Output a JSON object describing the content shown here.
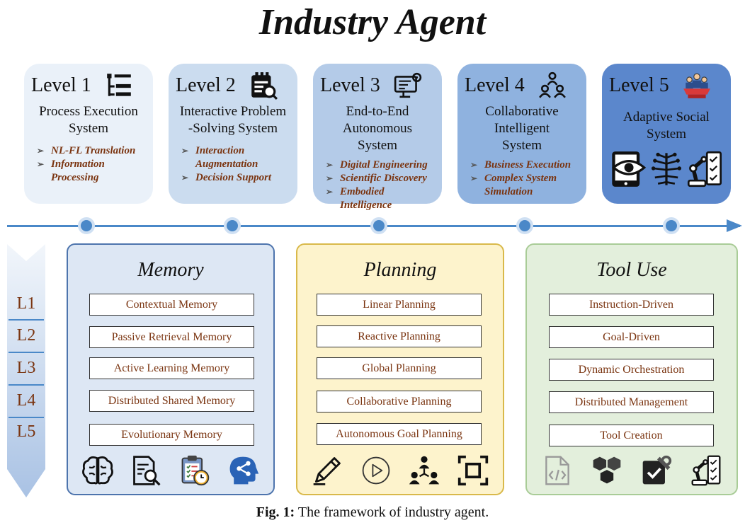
{
  "title": "Industry Agent",
  "levels": [
    {
      "label": "Level 1",
      "name": [
        "Process Execution",
        "System"
      ],
      "items": [
        "NL-FL Translation",
        "Information Processing"
      ]
    },
    {
      "label": "Level 2",
      "name": [
        "Interactive Problem",
        "-Solving System"
      ],
      "items": [
        "Interaction Augmentation",
        "Decision Support"
      ]
    },
    {
      "label": "Level 3",
      "name": [
        "End-to-End",
        "Autonomous",
        "System"
      ],
      "items": [
        "Digital Engineering",
        "Scientific Discovery",
        "Embodied Intelligence"
      ]
    },
    {
      "label": "Level 4",
      "name": [
        "Collaborative",
        "Intelligent",
        "System"
      ],
      "items": [
        "Business Execution",
        "Complex System Simulation"
      ]
    },
    {
      "label": "Level 5",
      "name": [
        "Adaptive Social",
        "System"
      ],
      "items": []
    }
  ],
  "side_levels": [
    "L1",
    "L2",
    "L3",
    "L4",
    "L5"
  ],
  "capabilities": [
    {
      "title": "Memory",
      "items": [
        "Contextual Memory",
        "Passive Retrieval Memory",
        "Active Learning Memory",
        "Distributed Shared Memory",
        "Evolutionary Memory"
      ]
    },
    {
      "title": "Planning",
      "items": [
        "Linear Planning",
        "Reactive Planning",
        "Global Planning",
        "Collaborative Planning",
        "Autonomous Goal Planning"
      ]
    },
    {
      "title": "Tool Use",
      "items": [
        "Instruction-Driven",
        "Goal-Driven",
        "Dynamic Orchestration",
        "Distributed Management",
        "Tool Creation"
      ]
    }
  ],
  "caption": {
    "label": "Fig. 1:",
    "text": " The framework of industry agent."
  },
  "colors": {
    "level_bg": [
      "#eaf1f9",
      "#cbdcef",
      "#b4cbe8",
      "#8fb2df",
      "#5b87cc"
    ],
    "timeline": "#4a88c8",
    "item_text": "#7a3410",
    "memory_bg": "#dde7f4",
    "memory_border": "#4d74ad",
    "planning_bg": "#fdf3cc",
    "planning_border": "#d9b94a",
    "tooluse_bg": "#e3efdc",
    "tooluse_border": "#a9cc97"
  },
  "icons": {
    "levels": [
      "hierarchy-list-icon",
      "clipboard-search-icon",
      "monitor-gear-icon",
      "team-network-icon",
      "users-podium-icon"
    ],
    "level5_extra": [
      "tablet-eye-icon",
      "ai-brain-circuit-icon",
      "robot-arm-checklist-icon"
    ],
    "memory": [
      "brain-icon",
      "document-search-icon",
      "schedule-clock-icon",
      "head-share-icon"
    ],
    "planning": [
      "pencil-icon",
      "play-circle-icon",
      "org-chart-icon",
      "focus-frame-icon"
    ],
    "tool_use": [
      "code-file-icon",
      "hexagon-cluster-icon",
      "tools-check-icon",
      "robot-arm-checklist-icon"
    ]
  }
}
